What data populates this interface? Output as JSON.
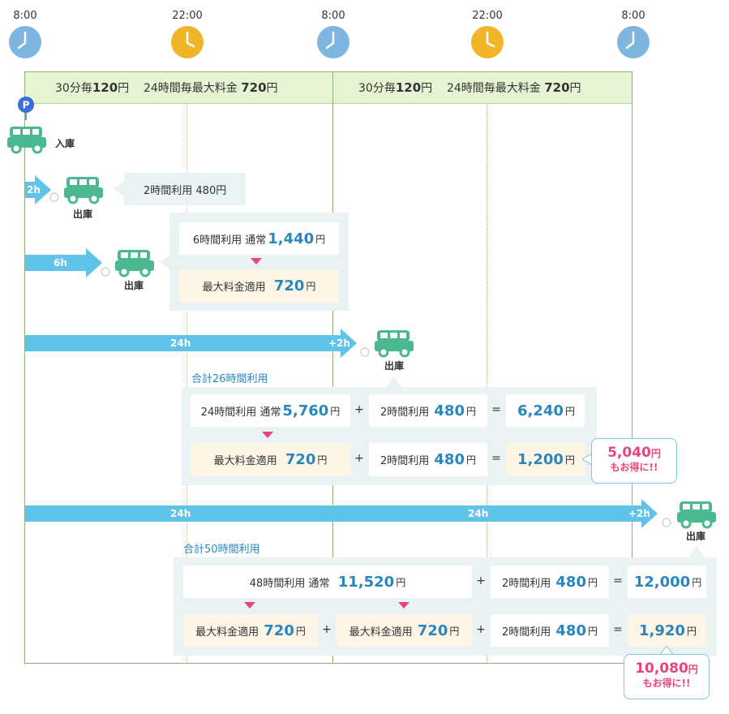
{
  "times": [
    "8:00",
    "22:00",
    "8:00",
    "22:00",
    "8:00"
  ],
  "rates": {
    "left": {
      "prefix": "30分毎",
      "per30": "120",
      "yen1": "円",
      "max_label": "24時間毎最大料金",
      "max": "720",
      "yen2": "円"
    },
    "right": {
      "prefix": "30分毎",
      "per30": "120",
      "yen1": "円",
      "max_label": "24時間毎最大料金",
      "max": "720",
      "yen2": "円"
    }
  },
  "parking_sign": "P",
  "entry_label": "入庫",
  "exit_label": "出庫",
  "row1": {
    "arrow": "2h",
    "text": "2時間利用 480円"
  },
  "row2": {
    "arrow": "6h",
    "normal_prefix": "6時間利用 通常",
    "normal_value": "1,440",
    "yen": "円",
    "max_prefix": "最大料金適用",
    "max_value": "720"
  },
  "row3": {
    "arrow1": "24h",
    "arrow2": "+2h",
    "title": "合計26時間利用",
    "r1": {
      "a_prefix": "24時間利用 通常",
      "a_value": "5,760",
      "op1": "+",
      "b_prefix": "2時間利用",
      "b_value": "480",
      "op2": "=",
      "total": "6,240"
    },
    "r2": {
      "a_prefix": "最大料金適用",
      "a_value": "720",
      "op1": "+",
      "b_prefix": "2時間利用",
      "b_value": "480",
      "op2": "=",
      "total": "1,200"
    },
    "savings_value": "5,040",
    "savings_yen": "円",
    "savings_text": "もお得に!!"
  },
  "row4": {
    "arrow1": "24h",
    "arrow2": "24h",
    "arrow3": "+2h",
    "title": "合計50時間利用",
    "r1": {
      "a_prefix": "48時間利用 通常",
      "a_value": "11,520",
      "op1": "+",
      "b_prefix": "2時間利用",
      "b_value": "480",
      "op2": "=",
      "total": "12,000"
    },
    "r2": {
      "a_prefix": "最大料金適用",
      "a_value": "720",
      "op0": "+",
      "c_prefix": "最大料金適用",
      "c_value": "720",
      "op1": "+",
      "b_prefix": "2時間利用",
      "b_value": "480",
      "op2": "=",
      "total": "1,920"
    },
    "savings_value": "10,080",
    "savings_yen": "円",
    "savings_text": "もお得に!!"
  },
  "yen": "円",
  "colors": {
    "accent_blue": "#2a86bd",
    "arrow": "#5fc3ea",
    "car": "#4bb88f",
    "pink": "#e8457c",
    "clock_day": "#7fb6e0",
    "clock_night": "#f1b52a"
  }
}
